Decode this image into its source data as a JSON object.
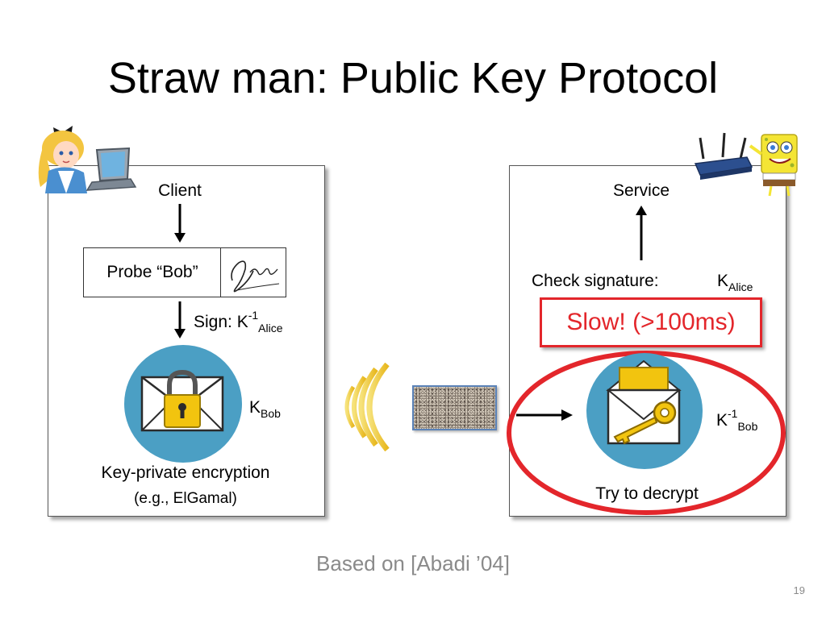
{
  "slide": {
    "title": "Straw man: Public Key Protocol",
    "footer": "Based on [Abadi ’04]",
    "page_number": "19"
  },
  "client_panel": {
    "title": "Client",
    "probe_label": "Probe “Bob”",
    "signature_text": "Alice",
    "sign_label": "Sign:  K",
    "sign_sup": "-1",
    "sign_sub": "Alice",
    "key_label": "K",
    "key_sub": "Bob",
    "encryption_label": "Key-private encryption",
    "encryption_example": "(e.g., ElGamal)"
  },
  "service_panel": {
    "title": "Service",
    "check_label": "Check signature:",
    "check_key": "K",
    "check_key_sub": "Alice",
    "slow_label": "Slow! (>100ms)",
    "decrypt_key": "K",
    "decrypt_key_sup": "-1",
    "decrypt_key_sub": "Bob",
    "decrypt_label": "Try to decrypt"
  },
  "colors": {
    "highlight_red": "#e3262b",
    "envelope_circle": "#4b9fc4",
    "lock_gold": "#f2c40f",
    "footer_gray": "#8a8a8a",
    "noise_border": "#5a82b8"
  },
  "icons": [
    "alice-laptop-icon",
    "router-spongebob-icon",
    "signature-image",
    "locked-envelope-icon",
    "key-envelope-icon",
    "wireless-signal-icon",
    "ciphertext-noise-image"
  ]
}
